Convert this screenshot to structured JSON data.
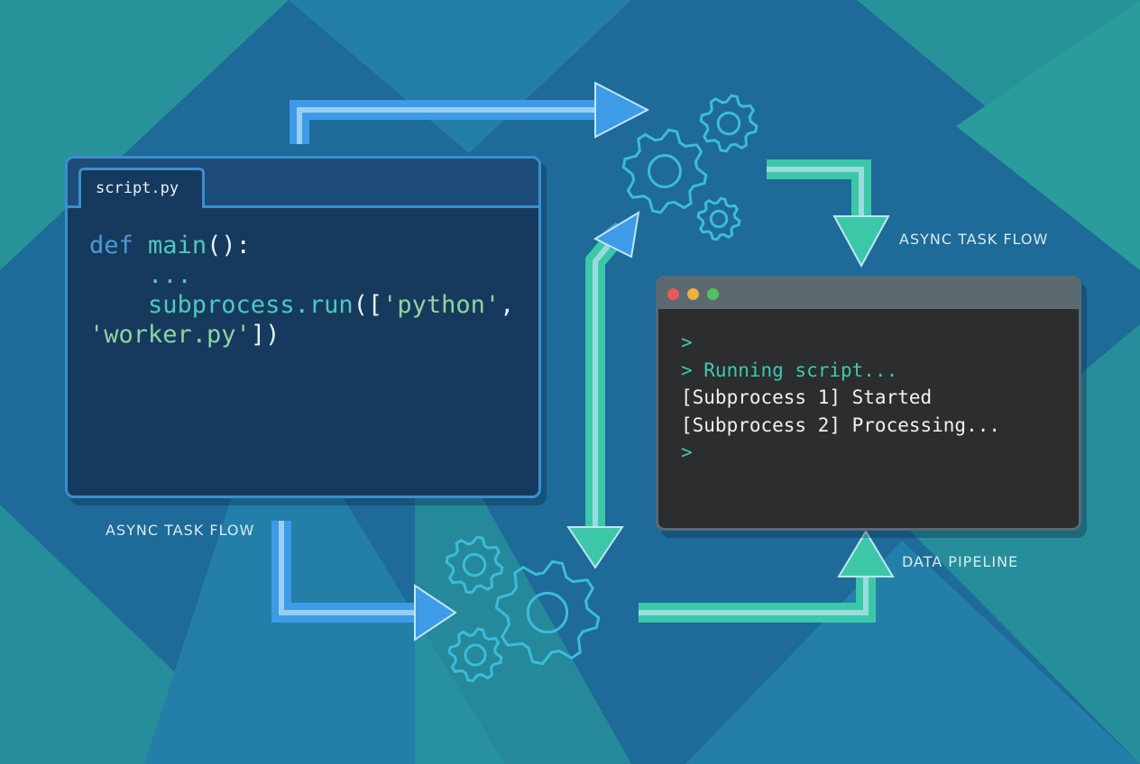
{
  "colors": {
    "background": "#1e6a98",
    "teal": "#2a9c9c",
    "code_bg": "#163a5e",
    "terminal_bg": "#2b2d2e",
    "arrow_blue": "#3d9be8",
    "arrow_teal": "#3cc8a8",
    "gear": "#3cbcd8"
  },
  "code_window": {
    "tab_label": "script.py",
    "lines": [
      {
        "kw": "def",
        "fn": "main",
        "rest": "():"
      },
      {
        "text": "    ..."
      },
      {
        "fn": "    subprocess.run",
        "p1": "([",
        "s1": "'python'",
        "p2": ","
      },
      {
        "s2": "'worker.py'",
        "p3": "])"
      }
    ]
  },
  "terminal": {
    "window_buttons": [
      "close",
      "minimize",
      "maximize"
    ],
    "lines": [
      ">",
      "> Running script...",
      "[Subprocess 1] Started",
      "[Subprocess 2] Processing...",
      ">"
    ]
  },
  "labels": {
    "async_top": "ASYNC TASK FLOW",
    "async_bottom": "ASYNC TASK FLOW",
    "pipeline": "DATA PIPELINE"
  },
  "icons": [
    "gear-icon",
    "arrow-icon"
  ]
}
